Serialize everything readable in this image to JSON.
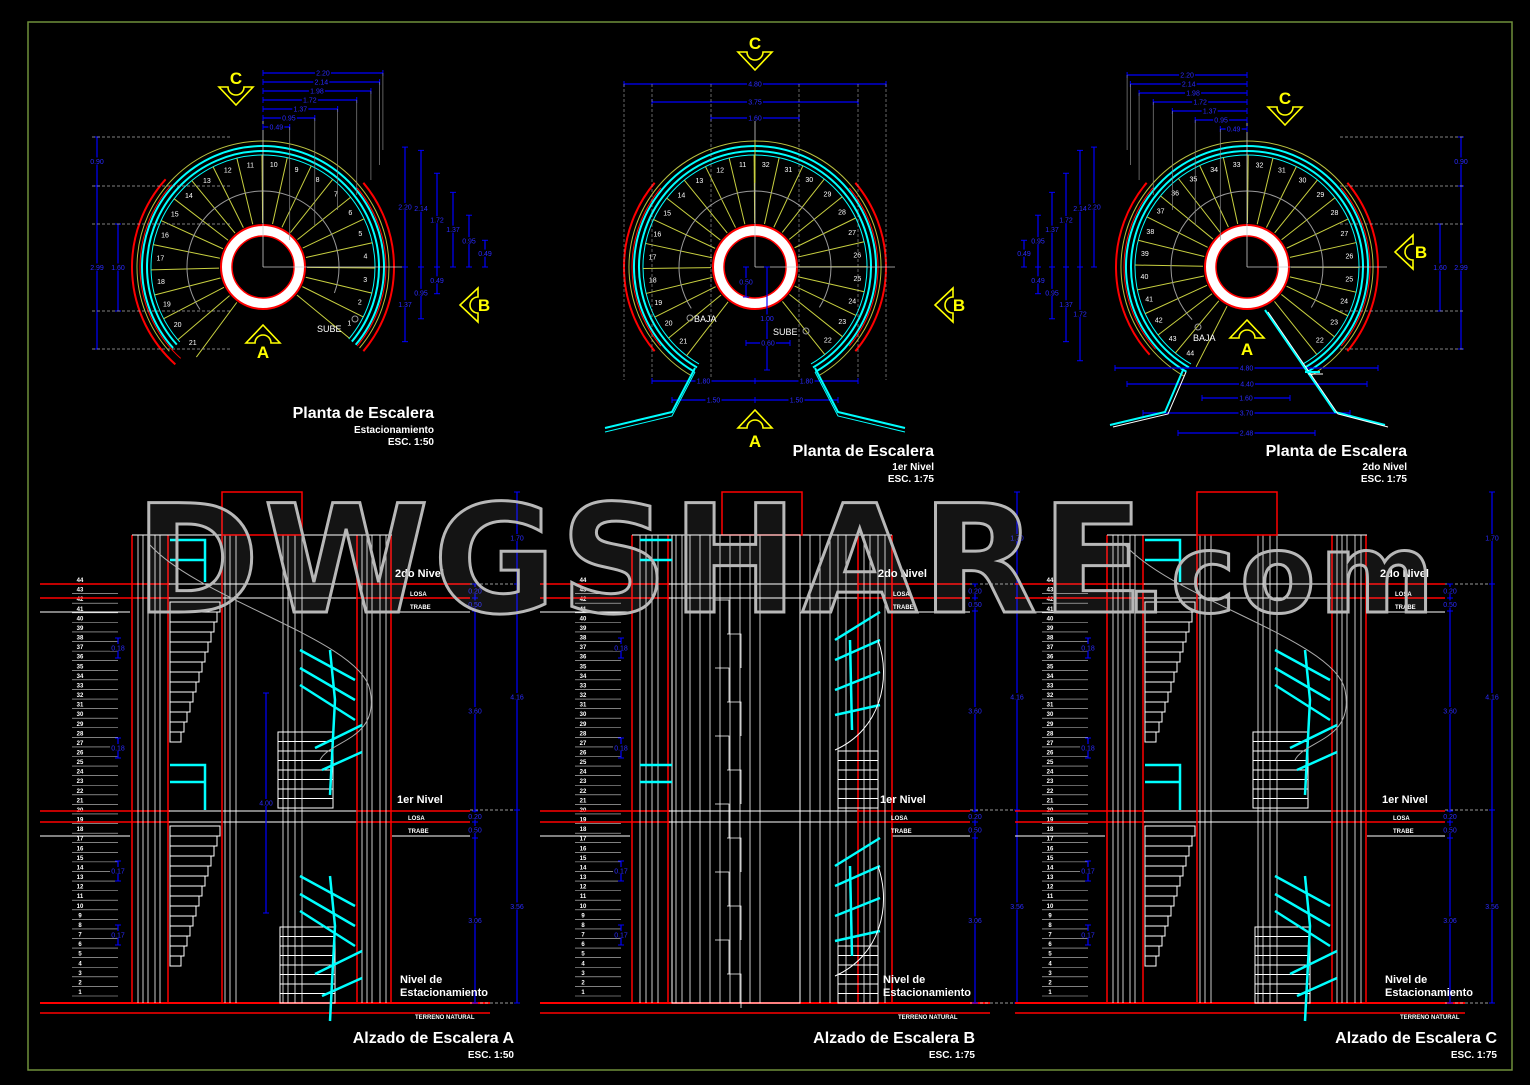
{
  "drawing": {
    "colors": {
      "background": "#000000",
      "frame": "#6f8f3a",
      "dimension": "#0000ff",
      "railing": "#00ffff",
      "structure": "#ff0000",
      "marker": "#ffff00",
      "treads": "#c8d040",
      "lines": "#ffffff"
    }
  },
  "watermark": {
    "text": "DWGSHARE",
    "suffix": ".com"
  },
  "plans": [
    {
      "title": "Planta de Escalera",
      "subtitle": "Estacionamiento",
      "scale": "ESC. 1:50",
      "markers": {
        "a": "A",
        "b": "B",
        "c": "C"
      },
      "notes": [
        "SUBE"
      ],
      "steps": [
        "1",
        "2",
        "3",
        "4",
        "5",
        "6",
        "7",
        "8",
        "9",
        "10",
        "11",
        "12",
        "13",
        "14",
        "15",
        "16",
        "17",
        "18",
        "19",
        "20",
        "21"
      ],
      "dims": {
        "top": [
          "2.20",
          "2.14",
          "1.98",
          "1.72",
          "1.37",
          "0.95",
          "0.49"
        ],
        "side_up": [
          "2.20",
          "2.14",
          "1.72",
          "1.37",
          "0.95",
          "0.49"
        ],
        "side_down": [
          "1.37",
          "0.95",
          "0.49"
        ],
        "outer": [
          "0.90",
          "2.99",
          "1.60"
        ]
      }
    },
    {
      "title": "Planta de Escalera",
      "subtitle": "1er Nivel",
      "scale": "ESC. 1:75",
      "markers": {
        "a": "A",
        "b": "B",
        "c": "C"
      },
      "notes": [
        "BAJA",
        "SUBE"
      ],
      "steps": [
        "22",
        "23",
        "24",
        "25",
        "26",
        "27",
        "28",
        "29",
        "30",
        "31",
        "32",
        "11",
        "12",
        "13",
        "14",
        "15",
        "16",
        "17",
        "18",
        "19",
        "20",
        "21"
      ],
      "dims": {
        "top": [
          "4.80",
          "3.75",
          "1.60"
        ],
        "bottom": [
          "1.80",
          "1.80",
          "1.50",
          "1.50"
        ],
        "inner": [
          "0.50",
          "1.00",
          "0.60"
        ]
      }
    },
    {
      "title": "Planta de Escalera",
      "subtitle": "2do Nivel",
      "scale": "ESC. 1:75",
      "markers": {
        "a": "A",
        "b": "B",
        "c": "C"
      },
      "notes": [
        "BAJA"
      ],
      "steps": [
        "22",
        "23",
        "24",
        "25",
        "26",
        "27",
        "28",
        "29",
        "30",
        "31",
        "32",
        "33",
        "34",
        "35",
        "36",
        "37",
        "38",
        "39",
        "40",
        "41",
        "42",
        "43",
        "44"
      ],
      "dims": {
        "top": [
          "2.20",
          "2.14",
          "1.98",
          "1.72",
          "1.37",
          "0.95",
          "0.49"
        ],
        "side_up": [
          "2.20",
          "2.14",
          "1.72",
          "1.37",
          "0.95",
          "0.49"
        ],
        "side_down": [
          "0.49",
          "0.95",
          "1.37",
          "1.72"
        ],
        "bottom": [
          "4.80",
          "4.40",
          "1.60",
          "3.70",
          "2.48"
        ],
        "outer": [
          "0.90",
          "2.99",
          "1.60"
        ]
      }
    }
  ],
  "elevation_step_numbers": [
    "1",
    "2",
    "3",
    "4",
    "5",
    "6",
    "7",
    "8",
    "9",
    "10",
    "11",
    "12",
    "13",
    "14",
    "15",
    "16",
    "17",
    "18",
    "19",
    "20",
    "21",
    "22",
    "23",
    "24",
    "25",
    "26",
    "27",
    "28",
    "29",
    "30",
    "31",
    "32",
    "33",
    "34",
    "35",
    "36",
    "37",
    "38",
    "39",
    "40",
    "41",
    "42",
    "43",
    "44"
  ],
  "elevations": [
    {
      "title": "Alzado de Escalera A",
      "scale": "ESC. 1:50",
      "levels": {
        "second": "2do Nivel",
        "first": "1er Nivel",
        "base_1": "Nivel de",
        "base_2": "Estacionamiento"
      },
      "slab": "LOSA",
      "beam": "TRABE",
      "ground": "TERRENO NATURAL",
      "dims": {
        "inner": [
          "0.20",
          "0.50",
          "3.60",
          "0.20",
          "0.50",
          "3.06"
        ],
        "outer": [
          "1.70",
          "4.16",
          "3.56"
        ],
        "risers": [
          "0.18",
          "0.18",
          "0.17",
          "0.17"
        ],
        "flight": "4.00"
      }
    },
    {
      "title": "Alzado de Escalera B",
      "scale": "ESC. 1:75",
      "levels": {
        "second": "2do Nivel",
        "first": "1er Nivel",
        "base_1": "Nivel de",
        "base_2": "Estacionamiento"
      },
      "slab": "LOSA",
      "beam": "TRABE",
      "ground": "TERRENO NATURAL",
      "dims": {
        "inner": [
          "0.20",
          "0.50",
          "3.60",
          "0.20",
          "0.50",
          "3.06"
        ],
        "outer": [
          "1.70",
          "4.16",
          "3.56"
        ],
        "risers": [
          "0.18",
          "0.18",
          "0.17",
          "0.17"
        ]
      }
    },
    {
      "title": "Alzado de Escalera C",
      "scale": "ESC. 1:75",
      "levels": {
        "second": "2do Nivel",
        "first": "1er Nivel",
        "base_1": "Nivel de",
        "base_2": "Estacionamiento"
      },
      "slab": "LOSA",
      "beam": "TRABE",
      "ground": "TERRENO NATURAL",
      "dims": {
        "inner": [
          "0.20",
          "0.50",
          "3.60",
          "0.20",
          "0.50",
          "3.06"
        ],
        "outer": [
          "1.70",
          "4.16",
          "3.56"
        ],
        "risers": [
          "0.18",
          "0.18",
          "0.17",
          "0.17"
        ]
      }
    }
  ]
}
